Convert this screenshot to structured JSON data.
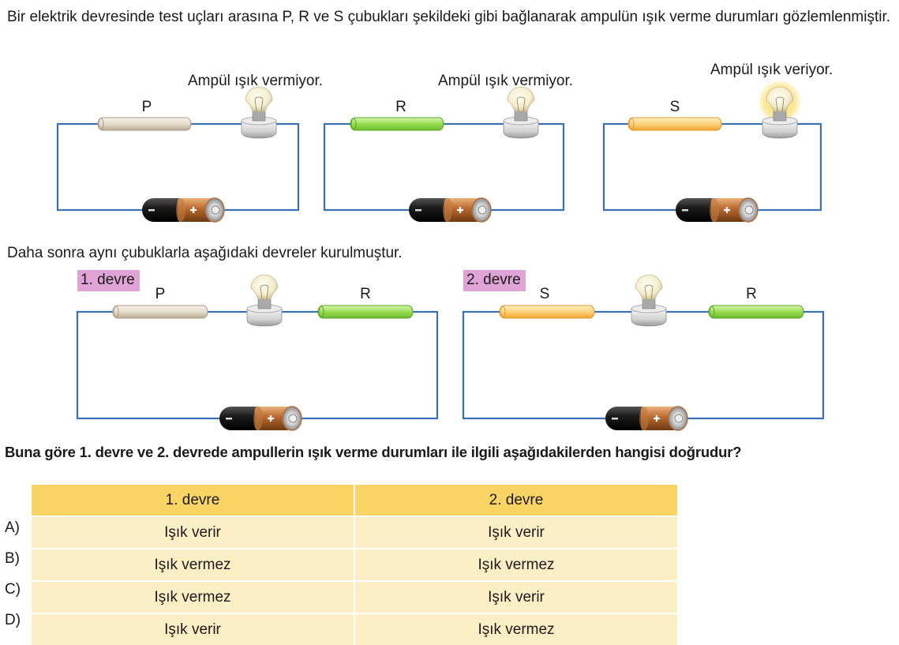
{
  "intro_text": "Bir elektrik devresinde test uçları arasına P, R ve S çubukları şekildeki gibi bağlanarak ampulün ışık verme durumları gözlemlenmiştir.",
  "test_circuits": [
    {
      "rod": "P",
      "rod_color": "#e8e0d2",
      "bulb_status": "Ampül ışık vermiyor.",
      "lit": false
    },
    {
      "rod": "R",
      "rod_color": "#8fd44a",
      "bulb_status": "Ampül ışık vermiyor.",
      "lit": false
    },
    {
      "rod": "S",
      "rod_color": "#f7c560",
      "bulb_status": "Ampül ışık veriyor.",
      "lit": true
    }
  ],
  "intro2_text": "Daha sonra aynı çubuklarla aşağıdaki devreler kurulmuştur.",
  "combined_circuits": [
    {
      "label": "1. devre",
      "left_rod": "P",
      "right_rod": "R"
    },
    {
      "label": "2. devre",
      "left_rod": "S",
      "right_rod": "R"
    }
  ],
  "question": "Buna göre 1. devre ve 2. devrede ampullerin ışık verme durumları ile ilgili aşağıdakilerden hangisi doğrudur?",
  "table": {
    "headers": [
      "1. devre",
      "2. devre"
    ],
    "options": [
      {
        "letter": "A)",
        "c1": "Işık verir",
        "c2": "Işık verir"
      },
      {
        "letter": "B)",
        "c1": "Işık vermez",
        "c2": "Işık vermez"
      },
      {
        "letter": "C)",
        "c1": "Işık vermez",
        "c2": "Işık verir"
      },
      {
        "letter": "D)",
        "c1": "Işık verir",
        "c2": "Işık vermez"
      }
    ]
  },
  "colors": {
    "wire": "#3b6fb6",
    "badge": "#e0a3d5",
    "table_header": "#fbd466",
    "table_body": "#fdefc5"
  }
}
